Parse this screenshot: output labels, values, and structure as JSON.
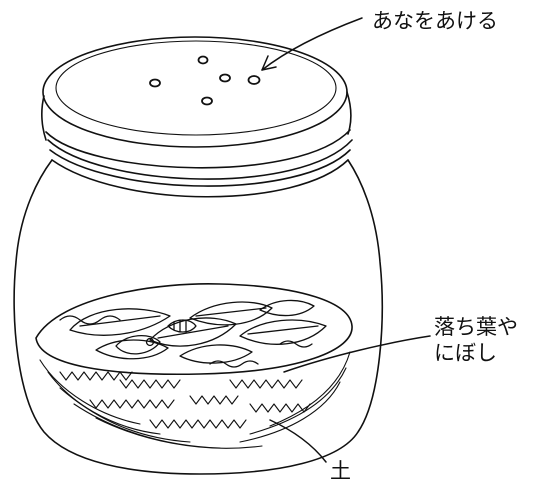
{
  "labels": {
    "holes": "あなをあける",
    "leaves_line1": "落ち葉や",
    "leaves_line2": "にぼし",
    "soil": "土"
  },
  "colors": {
    "ink": "#111111",
    "paper": "#ffffff"
  }
}
